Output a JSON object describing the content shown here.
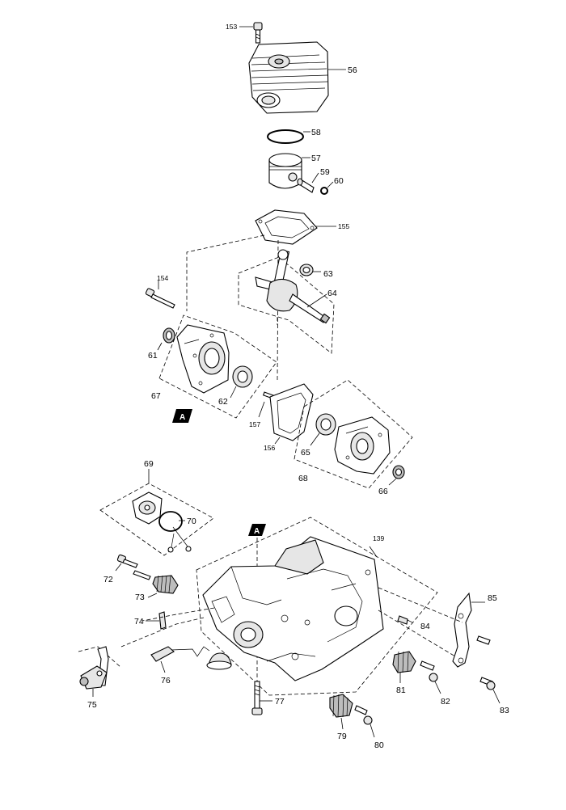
{
  "parts": {
    "p153": "153",
    "p56": "56",
    "p58": "58",
    "p57": "57",
    "p59": "59",
    "p60": "60",
    "p155": "155",
    "p63": "63",
    "p154": "154",
    "p64": "64",
    "p61": "61",
    "p67": "67",
    "p62": "62",
    "p157": "157",
    "p156": "156",
    "p65": "65",
    "p68": "68",
    "p66": "66",
    "p69": "69",
    "p70": "70",
    "p139": "139",
    "p72": "72",
    "p73": "73",
    "p74": "74",
    "p75": "75",
    "p76": "76",
    "p77": "77",
    "p79": "79",
    "p80": "80",
    "p81": "81",
    "p82": "82",
    "p83": "83",
    "p84": "84",
    "p85": "85"
  },
  "markers": {
    "a1": "A",
    "a2": "A"
  }
}
